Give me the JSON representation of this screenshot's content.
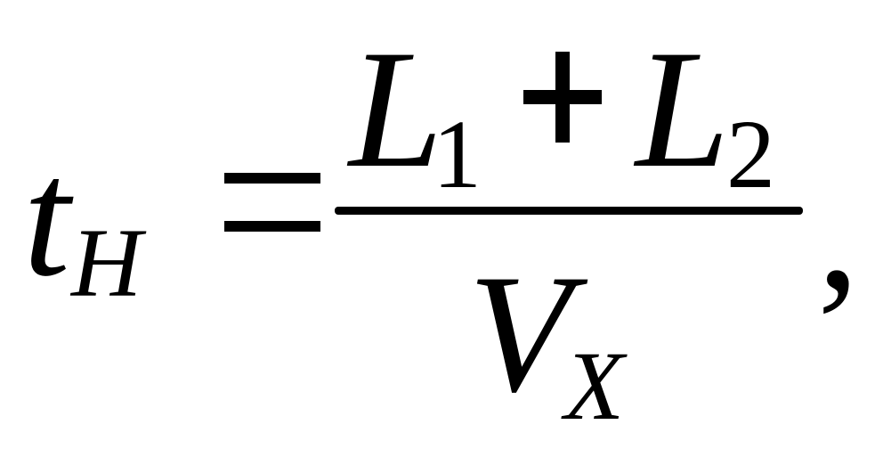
{
  "formula": {
    "lhs": {
      "symbol": "t",
      "subscript": "H"
    },
    "relation": "=",
    "numerator": {
      "term1": {
        "symbol": "L",
        "subscript": "1"
      },
      "operator": "+",
      "term2": {
        "symbol": "L",
        "subscript": "2"
      }
    },
    "denominator": {
      "symbol": "V",
      "subscript": "X"
    },
    "trailing": ","
  }
}
